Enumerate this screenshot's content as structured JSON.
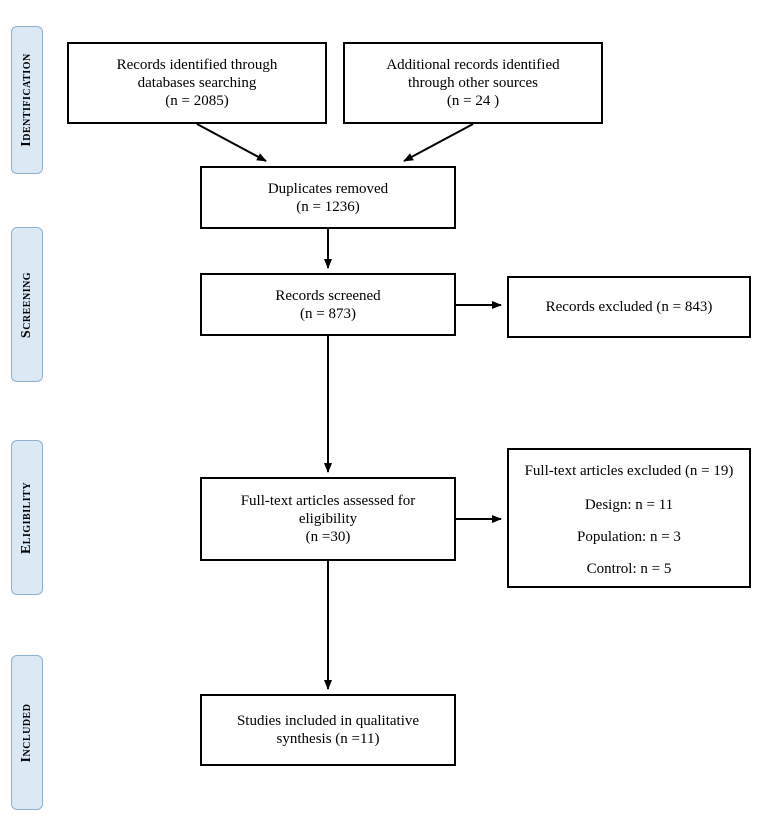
{
  "phases": {
    "identification": "Identification",
    "screening": "Screening",
    "eligibility": "Eligibility",
    "included": "Included"
  },
  "boxes": {
    "records_identified": {
      "line1": "Records identified through",
      "line2": "databases searching",
      "line3": "(n = 2085)"
    },
    "additional_records": {
      "line1": "Additional records identified",
      "line2": "through other sources",
      "line3": "(n = 24 )"
    },
    "duplicates_removed": {
      "line1": "Duplicates removed",
      "line2": "(n = 1236)"
    },
    "records_screened": {
      "line1": "Records screened",
      "line2": "(n = 873)"
    },
    "records_excluded": {
      "line1": "Records excluded (n = 843)"
    },
    "fulltext_assessed": {
      "line1": "Full-text articles assessed for",
      "line2": "eligibility",
      "line3": "(n =30)"
    },
    "fulltext_excluded": {
      "header": "Full-text articles excluded (n = 19)",
      "reasons": [
        "Design: n = 11",
        "Population: n = 3",
        "Control: n = 5"
      ]
    },
    "studies_included": {
      "line1": "Studies included in qualitative",
      "line2": "synthesis (n =11)"
    }
  }
}
